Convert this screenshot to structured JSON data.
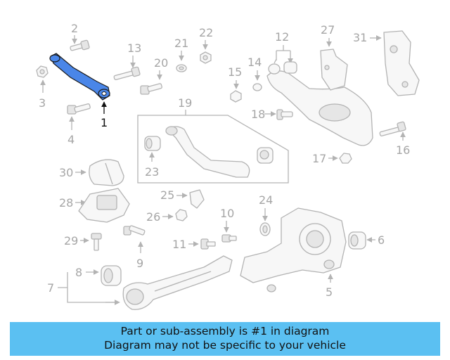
{
  "callouts": {
    "c1": "1",
    "c2": "2",
    "c3": "3",
    "c4": "4",
    "c5": "5",
    "c6": "6",
    "c7": "7",
    "c8": "8",
    "c9": "9",
    "c10": "10",
    "c11": "11",
    "c12": "12",
    "c13": "13",
    "c14": "14",
    "c15": "15",
    "c16": "16",
    "c17": "17",
    "c18": "18",
    "c19": "19",
    "c20": "20",
    "c21": "21",
    "c22": "22",
    "c23": "23",
    "c24": "24",
    "c25": "25",
    "c26": "26",
    "c27": "27",
    "c28": "28",
    "c29": "29",
    "c30": "30",
    "c31": "31"
  },
  "highlight_color": "#4a86e8",
  "banner": {
    "line1": "Part or sub-assembly is #1 in diagram",
    "line2": "Diagram may not be specific to your vehicle",
    "color": "#5bc0f2"
  }
}
